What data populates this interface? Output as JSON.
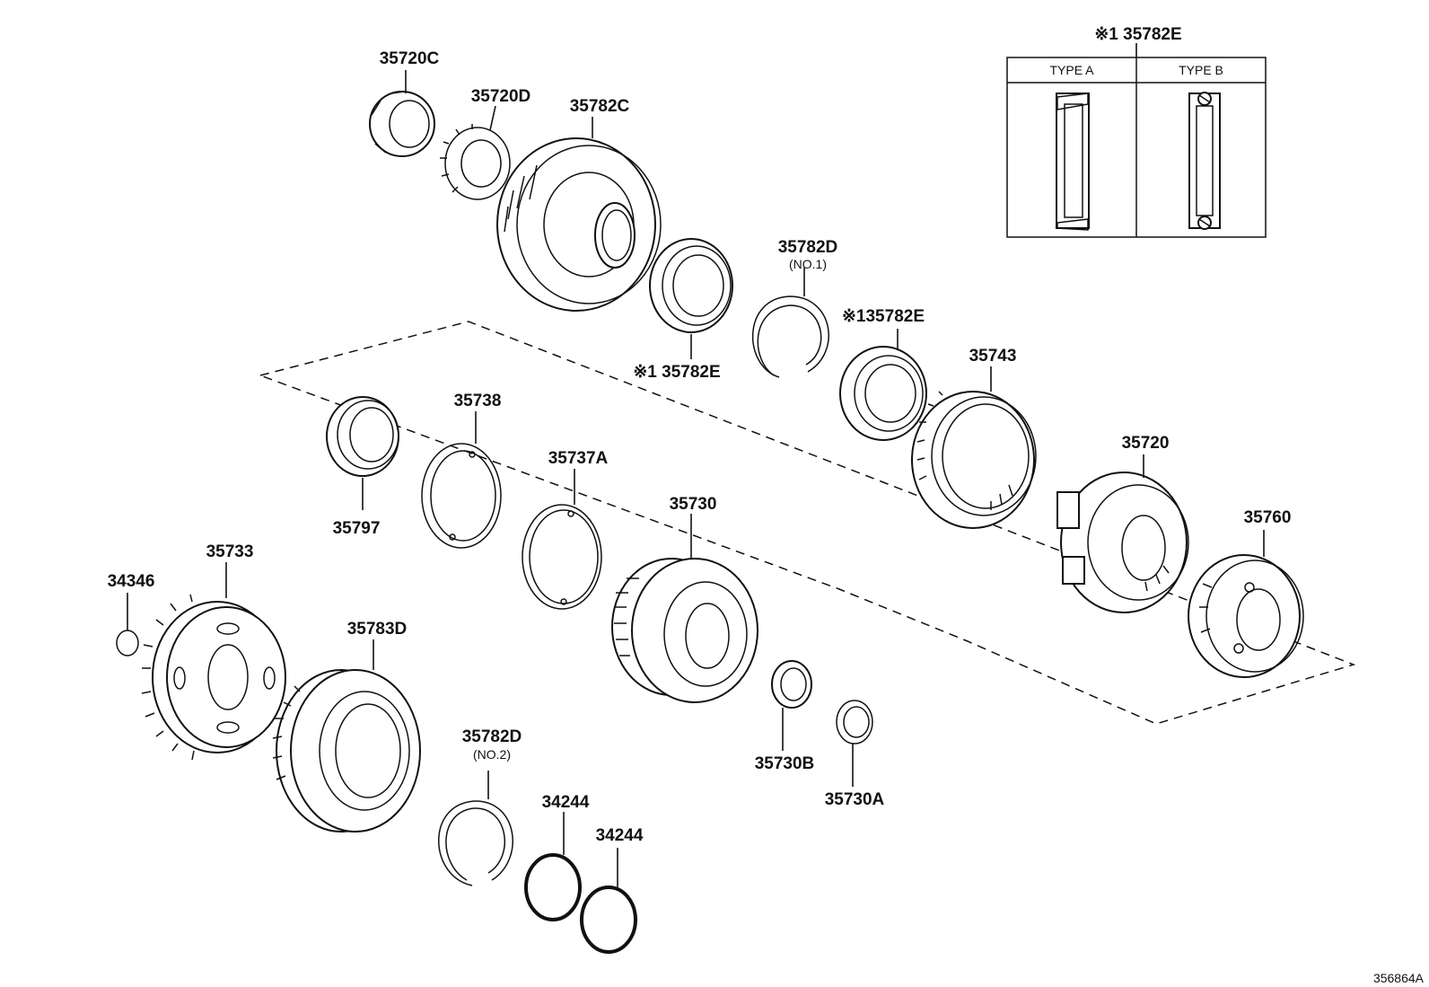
{
  "labels": {
    "p35720C": "35720C",
    "p35720D": "35720D",
    "p35782C": "35782C",
    "p35782D_1": "35782D",
    "p35782D_1_sub": "(NO.1)",
    "p35782E_a": "※1 35782E",
    "p35782E_b": "※135782E",
    "p35743": "35743",
    "p35738": "35738",
    "p35797": "35797",
    "p35737A": "35737A",
    "p35730": "35730",
    "p35720": "35720",
    "p35760": "35760",
    "p34346": "34346",
    "p35733": "35733",
    "p35783D": "35783D",
    "p35782D_2": "35782D",
    "p35782D_2_sub": "(NO.2)",
    "p34244_a": "34244",
    "p34244_b": "34244",
    "p35730B": "35730B",
    "p35730A": "35730A"
  },
  "inset": {
    "title": "※1 35782E",
    "type_a": "TYPE A",
    "type_b": "TYPE B"
  },
  "reference": "356864A"
}
